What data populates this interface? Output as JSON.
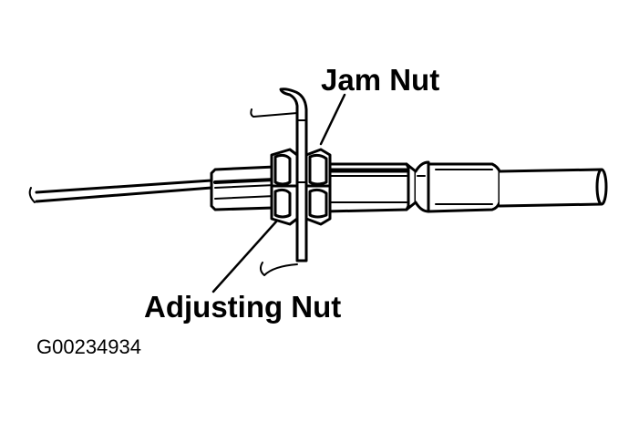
{
  "labels": {
    "jam_nut": "Jam Nut",
    "adjusting_nut": "Adjusting Nut"
  },
  "figure_id": "G00234934"
}
